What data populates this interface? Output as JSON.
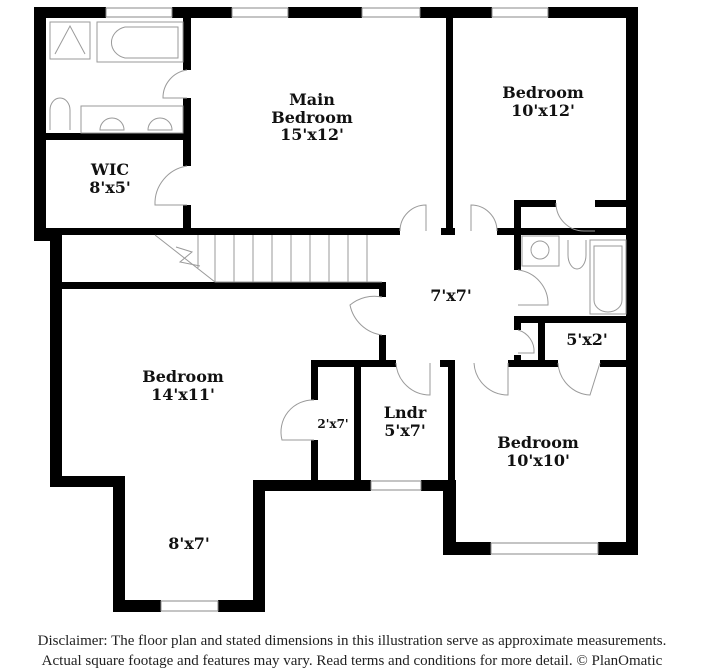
{
  "rooms": [
    {
      "id": "main-bedroom",
      "name": "Main Bedroom",
      "name_line1": "Main",
      "name_line2": "Bedroom",
      "dims": "15'x12'"
    },
    {
      "id": "bedroom-ne",
      "name": "Bedroom",
      "dims": "10'x12'"
    },
    {
      "id": "wic",
      "name": "WIC",
      "dims": "8'x5'"
    },
    {
      "id": "hall",
      "name": "",
      "dims": "7'x7'"
    },
    {
      "id": "closet-5x2",
      "name": "",
      "dims": "5'x2'"
    },
    {
      "id": "bedroom-w",
      "name": "Bedroom",
      "dims": "14'x11'"
    },
    {
      "id": "closet-2x7",
      "name": "",
      "dims": "2'x7'"
    },
    {
      "id": "laundry",
      "name": "Lndr",
      "dims": "5'x7'"
    },
    {
      "id": "bedroom-se",
      "name": "Bedroom",
      "dims": "10'x10'"
    },
    {
      "id": "nook",
      "name": "",
      "dims": "8'x7'"
    }
  ],
  "disclaimer": {
    "line1": "Disclaimer: The floor plan and stated dimensions in this illustration serve as approximate measurements.",
    "line2": "Actual square footage and features may vary. Read terms and conditions for more detail. © PlanOmatic"
  },
  "colors": {
    "wall": "#000000",
    "fixture": "#9a9a9a",
    "background": "#ffffff"
  }
}
